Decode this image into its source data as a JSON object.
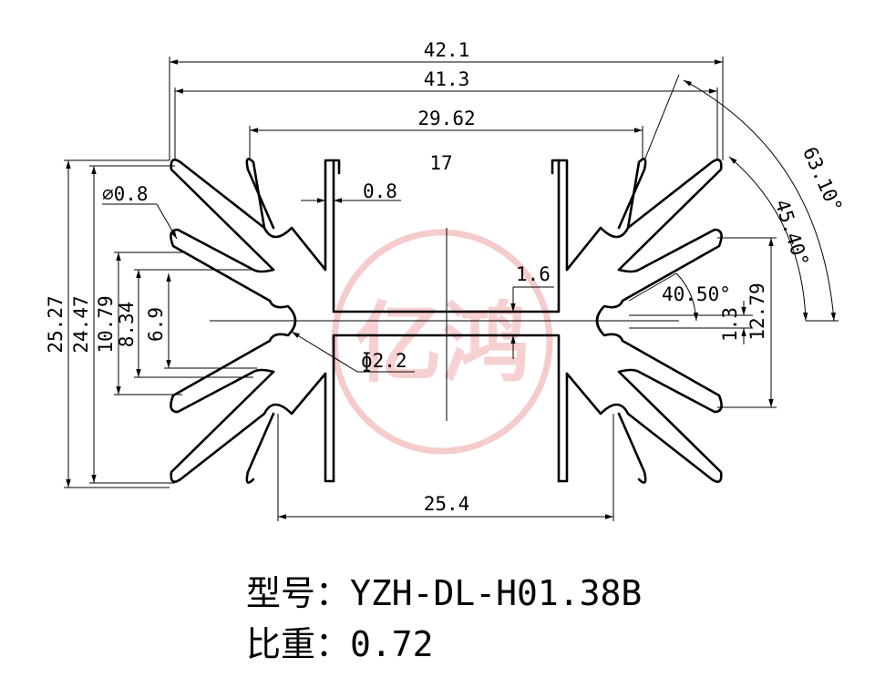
{
  "dimensions": {
    "overall_width": "42.1",
    "inner_width": "41.3",
    "fin_span": "29.62",
    "center_gap": "17",
    "fin_thickness": "0.8",
    "fin_tip_diameter": "⌀0.8",
    "web_thickness": "1.6",
    "root_diameter": "ɸ2.2",
    "base_width": "25.4",
    "overall_height": "25.27",
    "inner_height": "24.47",
    "height_10_79": "10.79",
    "height_8_34": "8.34",
    "height_6_9": "6.9",
    "height_1_3": "1.3",
    "height_12_79": "12.79",
    "angle_40_50": "40.50°",
    "angle_45_40": "45.40°",
    "angle_63_10": "63.10°"
  },
  "info": {
    "model_label": "型号：",
    "model_value": "YZH-DL-H01.38B",
    "weight_label": "比重：",
    "weight_value": "0.72"
  },
  "watermark": {
    "text": "亿鸿",
    "color": "#f2b8b8"
  }
}
